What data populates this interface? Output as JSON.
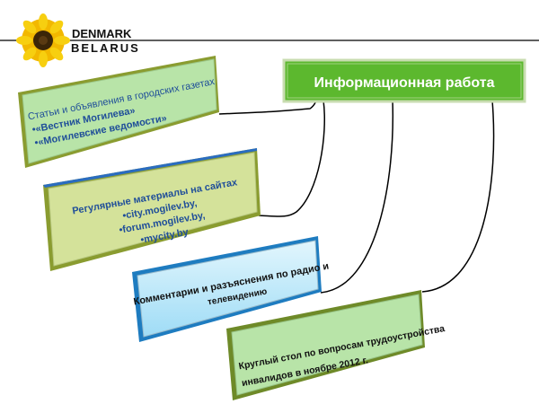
{
  "logo": {
    "line1": "DENMARK",
    "line2": "BELARUS"
  },
  "header": {
    "title": "Информационная работа"
  },
  "boxes": [
    {
      "lines": [
        "Статьи  и объявления  в городских  газетах",
        "•«Вестник Могилева»",
        "•«Могилевские  ведомости»"
      ]
    },
    {
      "lines": [
        "Регулярные материалы на сайтах",
        "•city.mogilev.by,",
        "•forum.mogilev.by,",
        "•mycity.by"
      ]
    },
    {
      "lines": [
        "Комментарии и разъяснения по радио и",
        "телевидению"
      ]
    },
    {
      "lines": [
        "Круглый стол по вопросам трудоустройства",
        "инвалидов в ноябре 2012 г."
      ]
    }
  ],
  "colors": {
    "header_fill": "#5cb82e",
    "green_box": "#b8e4a8",
    "olive_box": "#d4e29a",
    "blue_box": "#b0e4f8",
    "text_blue": "#1f4e99"
  }
}
